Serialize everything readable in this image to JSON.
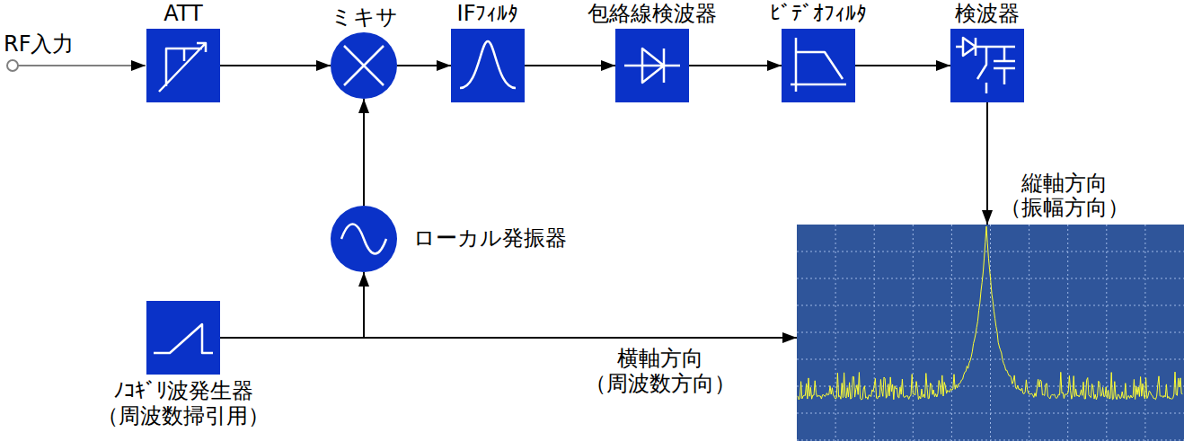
{
  "diagram": {
    "nodes": [
      {
        "text": [
          "ATT"
        ]
      },
      {
        "text": [
          "ミキサ"
        ]
      },
      {
        "text": [
          "IFﾌｨﾙﾀ"
        ]
      },
      {
        "text": [
          "包絡線検波器"
        ]
      },
      {
        "text": [
          "ﾋﾞﾃﾞｵﾌｨﾙﾀ"
        ]
      },
      {
        "text": [
          "検波器"
        ]
      },
      {
        "text": [
          "ローカル発振器"
        ]
      },
      {
        "text": [
          "ﾉｺｷﾞﾘ波発生器 （周波数掃引用）"
        ]
      },
      {
        "text": []
      }
    ],
    "edges": [
      {
        "from": 0,
        "to": 1,
        "arrow": "to"
      },
      {
        "from": 1,
        "to": 2,
        "arrow": "to"
      },
      {
        "from": 2,
        "to": 3,
        "arrow": "to"
      },
      {
        "from": 3,
        "to": 4,
        "arrow": "to"
      },
      {
        "from": 4,
        "to": 5,
        "arrow": "to"
      },
      {
        "from": 5,
        "to": 8,
        "arrow": "to",
        "label": "縦軸方向 （振幅方向）"
      },
      {
        "from": 6,
        "to": 1,
        "arrow": "to"
      },
      {
        "from": 7,
        "to": 6,
        "arrow": "to"
      },
      {
        "from": 7,
        "to": 8,
        "arrow": "to",
        "label": "横軸方向 （周波数方向）"
      }
    ],
    "labels": [
      "RF入力"
    ]
  }
}
